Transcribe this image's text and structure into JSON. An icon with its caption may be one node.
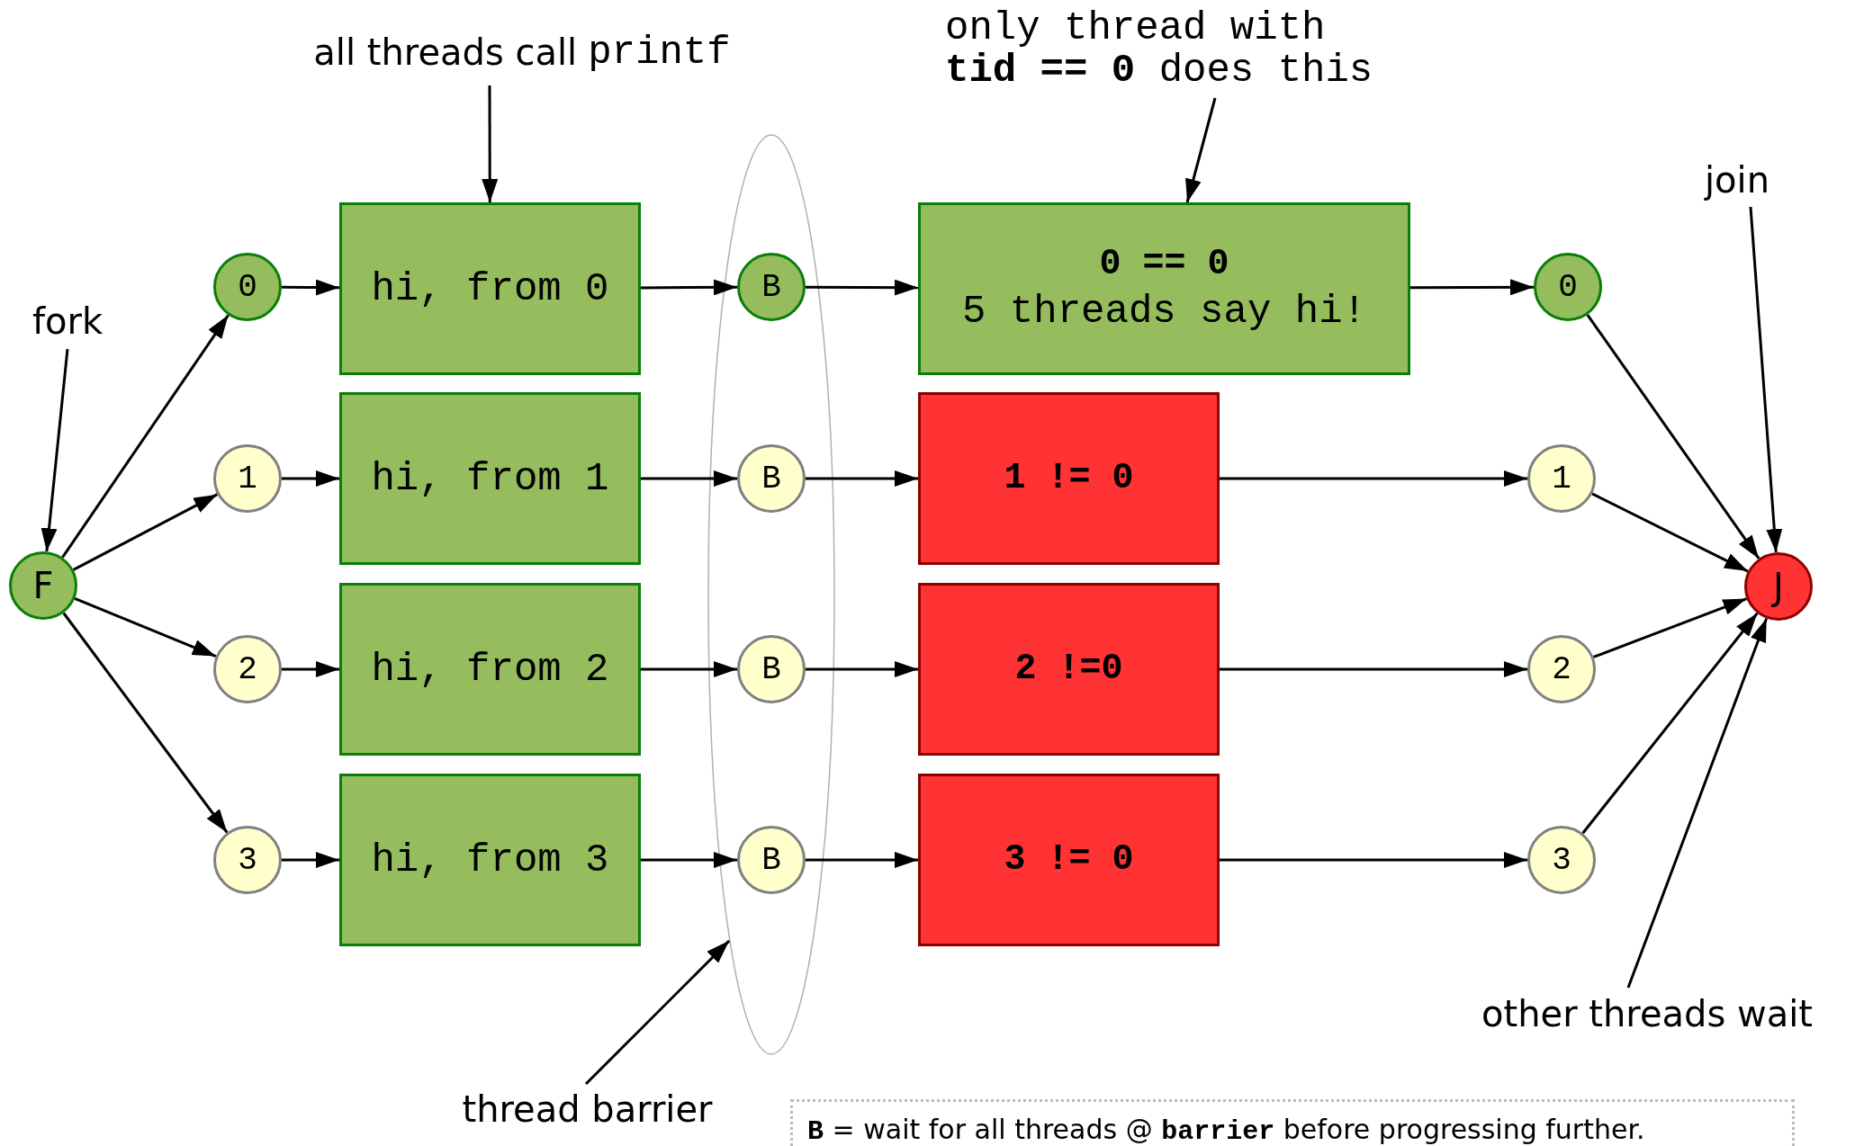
{
  "diagram": {
    "nodes": [
      {
        "text": [],
        "shape": "ellipse"
      },
      {
        "text": [
          "all threads call",
          "printf"
        ]
      },
      {
        "text": [
          "only thread with **tid == 0** does this"
        ]
      },
      {
        "text": [
          "join"
        ]
      },
      {
        "text": [
          "fork"
        ]
      },
      {
        "text": [
          "F"
        ]
      },
      {
        "text": [
          "0"
        ]
      },
      {
        "text": [
          "hi, from 0"
        ]
      },
      {
        "text": [
          "B"
        ],
        "in": 0
      },
      {
        "text": [
          "0 == 0",
          "5 threads say hi!"
        ]
      },
      {
        "text": [
          "0"
        ]
      },
      {
        "text": [
          "1"
        ]
      },
      {
        "text": [
          "hi, from 1"
        ]
      },
      {
        "text": [
          "B"
        ],
        "in": 0
      },
      {
        "text": [
          "1 != 0"
        ]
      },
      {
        "text": [
          "1"
        ]
      },
      {
        "text": [
          "2"
        ]
      },
      {
        "text": [
          "hi, from 2"
        ]
      },
      {
        "text": [
          "B"
        ],
        "in": 0
      },
      {
        "text": [
          "2 !=0"
        ]
      },
      {
        "text": [
          "2"
        ]
      },
      {
        "text": [
          "3"
        ]
      },
      {
        "text": [
          "hi, from 3"
        ]
      },
      {
        "text": [
          "B"
        ],
        "in": 0
      },
      {
        "text": [
          "3 != 0"
        ]
      },
      {
        "text": [
          "3"
        ]
      },
      {
        "text": [
          "J"
        ]
      },
      {
        "text": [
          "other threads wait"
        ]
      },
      {
        "text": [
          "thread barrier"
        ]
      }
    ],
    "edges": [
      {
        "from": 5,
        "to": 6,
        "arrow": "to"
      },
      {
        "from": 5,
        "to": 11,
        "arrow": "to"
      },
      {
        "from": 5,
        "to": 16,
        "arrow": "to"
      },
      {
        "from": 5,
        "to": 21,
        "arrow": "to"
      },
      {
        "from": 6,
        "to": 7,
        "arrow": "to"
      },
      {
        "from": 7,
        "to": 8,
        "arrow": "to"
      },
      {
        "from": 8,
        "to": 9,
        "arrow": "to"
      },
      {
        "from": 9,
        "to": 10,
        "arrow": "to"
      },
      {
        "from": 10,
        "to": 26,
        "arrow": "to"
      },
      {
        "from": 11,
        "to": 12,
        "arrow": "to"
      },
      {
        "from": 12,
        "to": 13,
        "arrow": "to"
      },
      {
        "from": 13,
        "to": 14,
        "arrow": "to"
      },
      {
        "from": 14,
        "to": 15,
        "arrow": "to"
      },
      {
        "from": 15,
        "to": 26,
        "arrow": "to"
      },
      {
        "from": 16,
        "to": 17,
        "arrow": "to"
      },
      {
        "from": 17,
        "to": 18,
        "arrow": "to"
      },
      {
        "from": 18,
        "to": 19,
        "arrow": "to"
      },
      {
        "from": 19,
        "to": 20,
        "arrow": "to"
      },
      {
        "from": 20,
        "to": 26,
        "arrow": "to"
      },
      {
        "from": 21,
        "to": 22,
        "arrow": "to"
      },
      {
        "from": 22,
        "to": 23,
        "arrow": "to"
      },
      {
        "from": 23,
        "to": 24,
        "arrow": "to"
      },
      {
        "from": 24,
        "to": 25,
        "arrow": "to"
      },
      {
        "from": 25,
        "to": 26,
        "arrow": "to"
      },
      {
        "from": 4,
        "to": 5,
        "arrow": "to"
      },
      {
        "from": 1,
        "to": 7,
        "arrow": "to"
      },
      {
        "from": 2,
        "to": 9,
        "arrow": "to"
      },
      {
        "from": 3,
        "to": 26,
        "arrow": "to"
      },
      {
        "from": 27,
        "to": 26,
        "arrow": "to"
      },
      {
        "from": 28,
        "to": 0,
        "arrow": "to"
      }
    ],
    "labels": [
      "**B** = wait for all threads @ **barrier** before progressing further."
    ]
  }
}
